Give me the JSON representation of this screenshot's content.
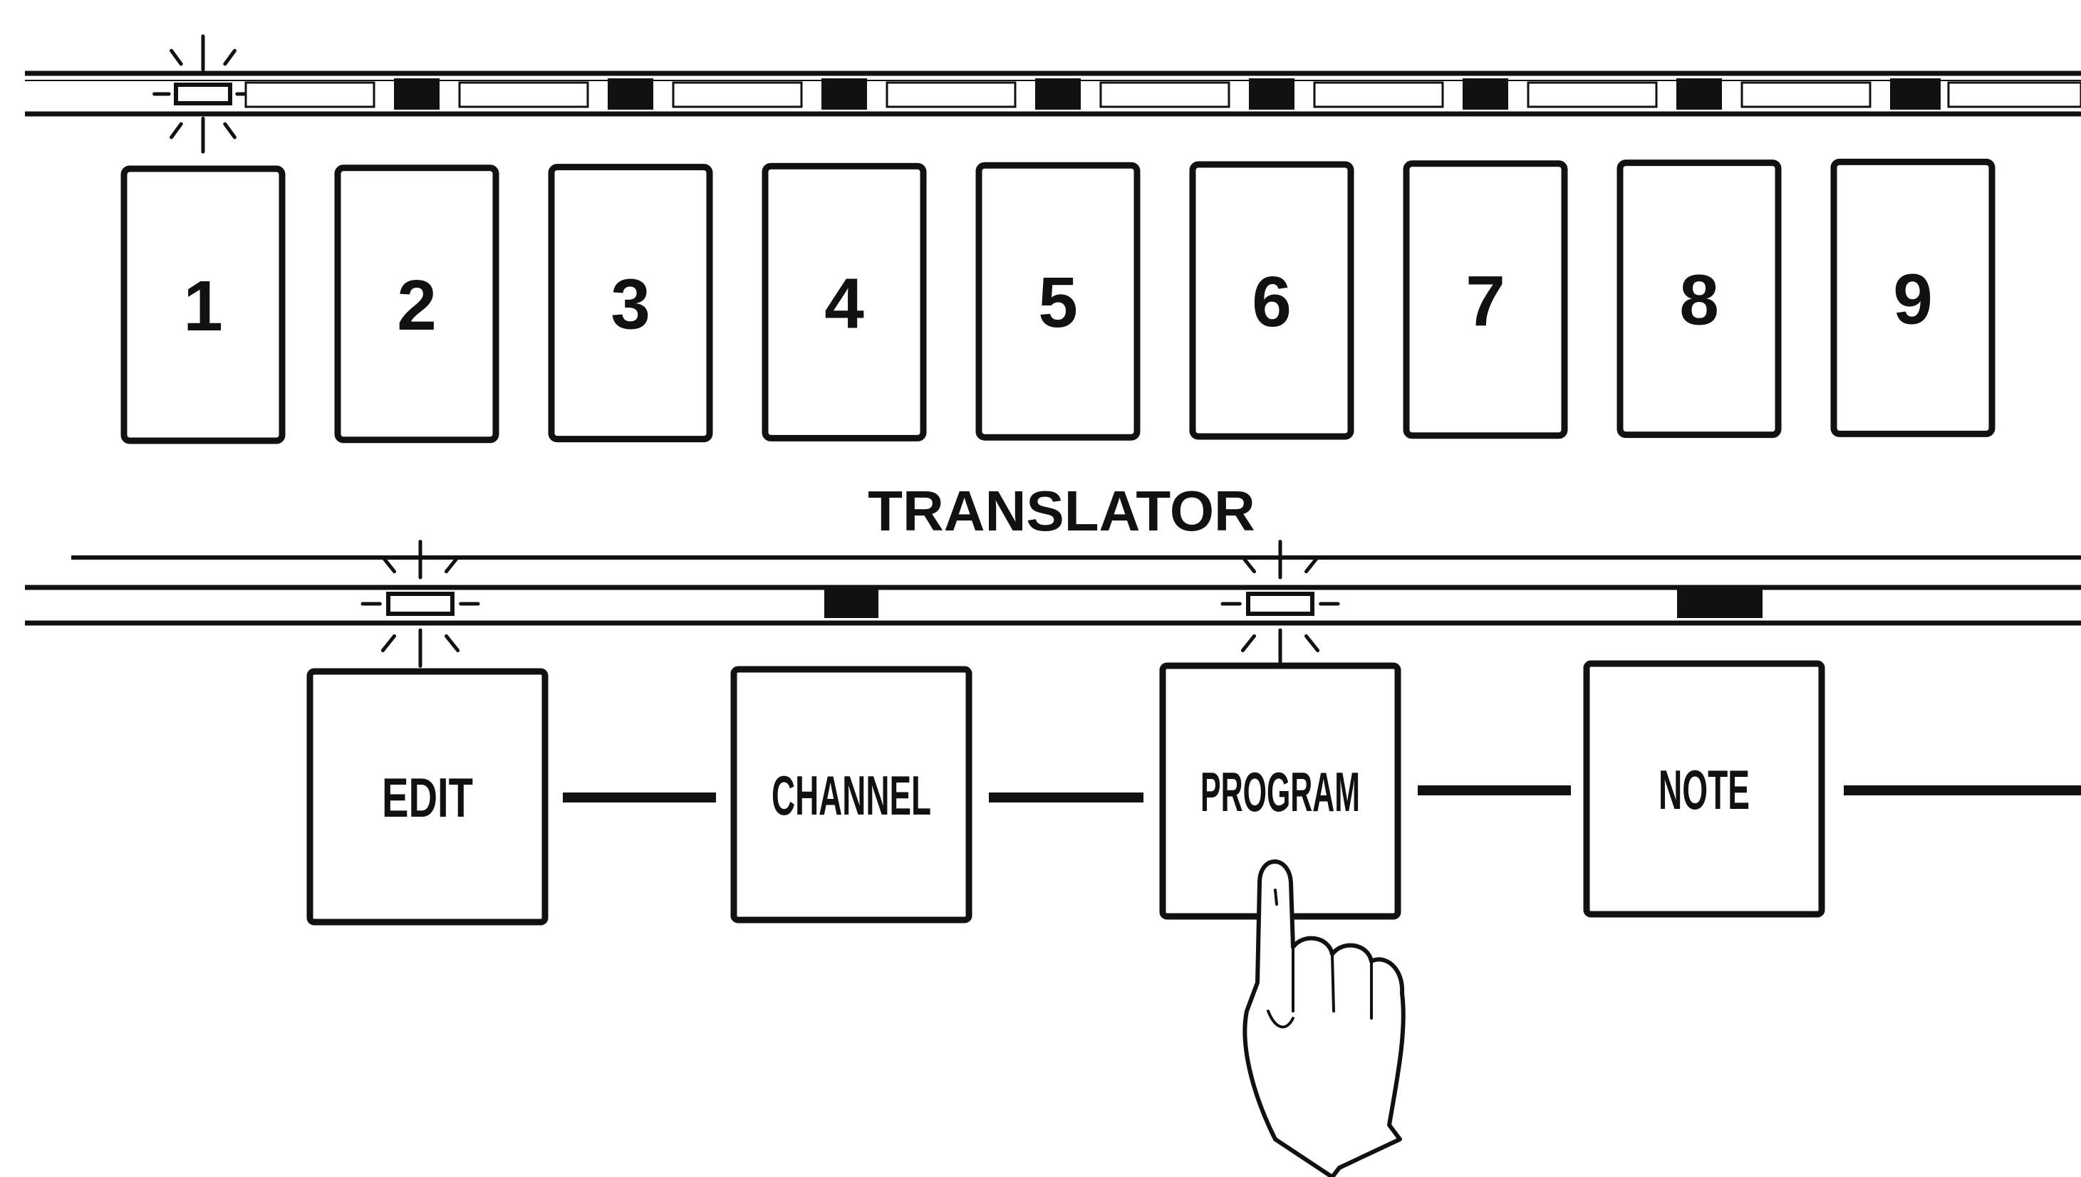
{
  "number_pads": [
    {
      "label": "1",
      "led_lit": true
    },
    {
      "label": "2",
      "led_lit": false
    },
    {
      "label": "3",
      "led_lit": false
    },
    {
      "label": "4",
      "led_lit": false
    },
    {
      "label": "5",
      "led_lit": false
    },
    {
      "label": "6",
      "led_lit": false
    },
    {
      "label": "7",
      "led_lit": false
    },
    {
      "label": "8",
      "led_lit": false
    },
    {
      "label": "9",
      "led_lit": false
    }
  ],
  "section_label": "TRANSLATOR",
  "function_buttons": [
    {
      "label": "EDIT",
      "led_lit": true
    },
    {
      "label": "CHANNEL",
      "led_lit": false
    },
    {
      "label": "PROGRAM",
      "led_lit": true,
      "pressed": true
    },
    {
      "label": "NOTE",
      "led_lit": false
    }
  ],
  "colors": {
    "ink": "#111111",
    "paper": "#ffffff"
  }
}
